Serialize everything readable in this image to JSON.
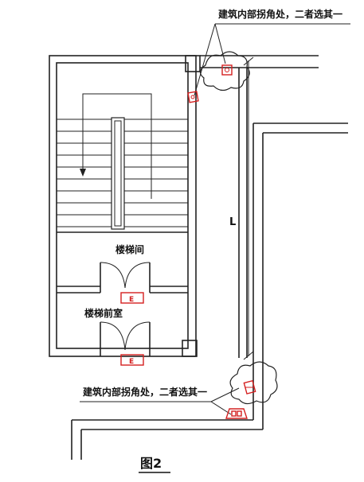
{
  "labels": {
    "corner_note_top": "建筑内部拐角处，二者选其一",
    "corner_note_bottom": "建筑内部拐角处，二者选其一",
    "stairwell": "楼梯间",
    "stair_lobby": "楼梯前室",
    "exit_sign_upper": "E",
    "exit_sign_lower": "E",
    "dimension_mark": "L",
    "figure_caption": "图2"
  },
  "colors": {
    "wall": "#222222",
    "exit_sign": "#d42020"
  },
  "icons": {
    "exit_lamp": "evacuation-sign-lamp-icon",
    "cloud_highlight": "cloud-highlight-icon"
  }
}
